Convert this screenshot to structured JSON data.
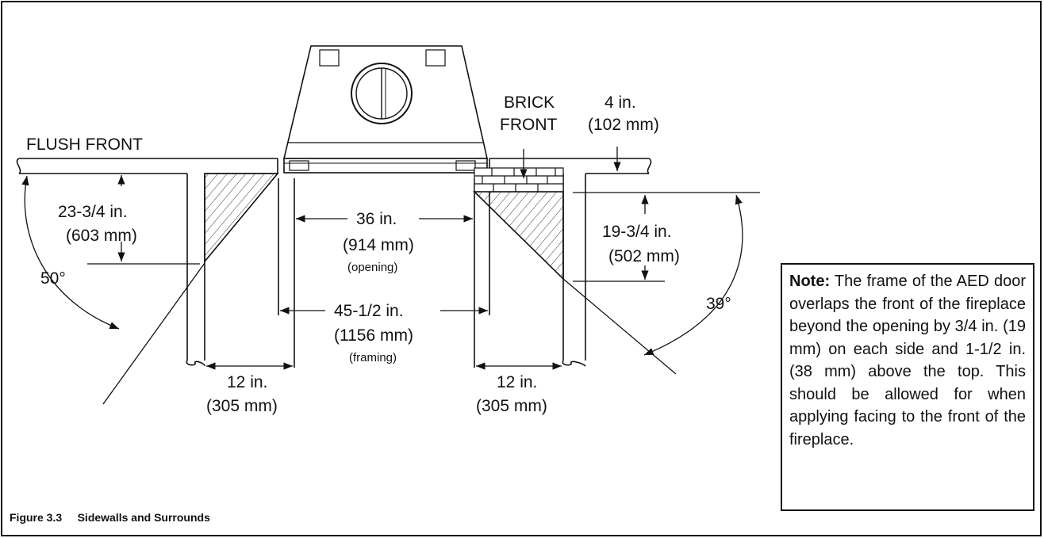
{
  "labels": {
    "flush_front": "FLUSH FRONT",
    "brick_front_1": "BRICK",
    "brick_front_2": "FRONT",
    "depth_left_in": "23-3/4 in.",
    "depth_left_mm": "(603 mm)",
    "angle_left": "50°",
    "opening_in": "36 in.",
    "opening_mm": "(914 mm)",
    "opening_note": "(opening)",
    "framing_in": "45-1/2 in.",
    "framing_mm": "(1156 mm)",
    "framing_note": "(framing)",
    "side_left_in": "12 in.",
    "side_left_mm": "(305 mm)",
    "side_right_in": "12 in.",
    "side_right_mm": "(305 mm)",
    "brick_depth_in": "4 in.",
    "brick_depth_mm": "(102 mm)",
    "depth_right_in": "19-3/4 in.",
    "depth_right_mm": "(502 mm)",
    "angle_right": "39°"
  },
  "note": {
    "title": "Note:",
    "body": " The frame of the AED door overlaps the front of the fireplace beyond the opening by 3/4 in. (19 mm) on each side and 1-1/2 in. (38 mm) above the top. This should be allowed for when applying facing to the front of the fireplace."
  },
  "caption": {
    "number": "Figure 3.3",
    "title": "Sidewalls and Surrounds"
  }
}
